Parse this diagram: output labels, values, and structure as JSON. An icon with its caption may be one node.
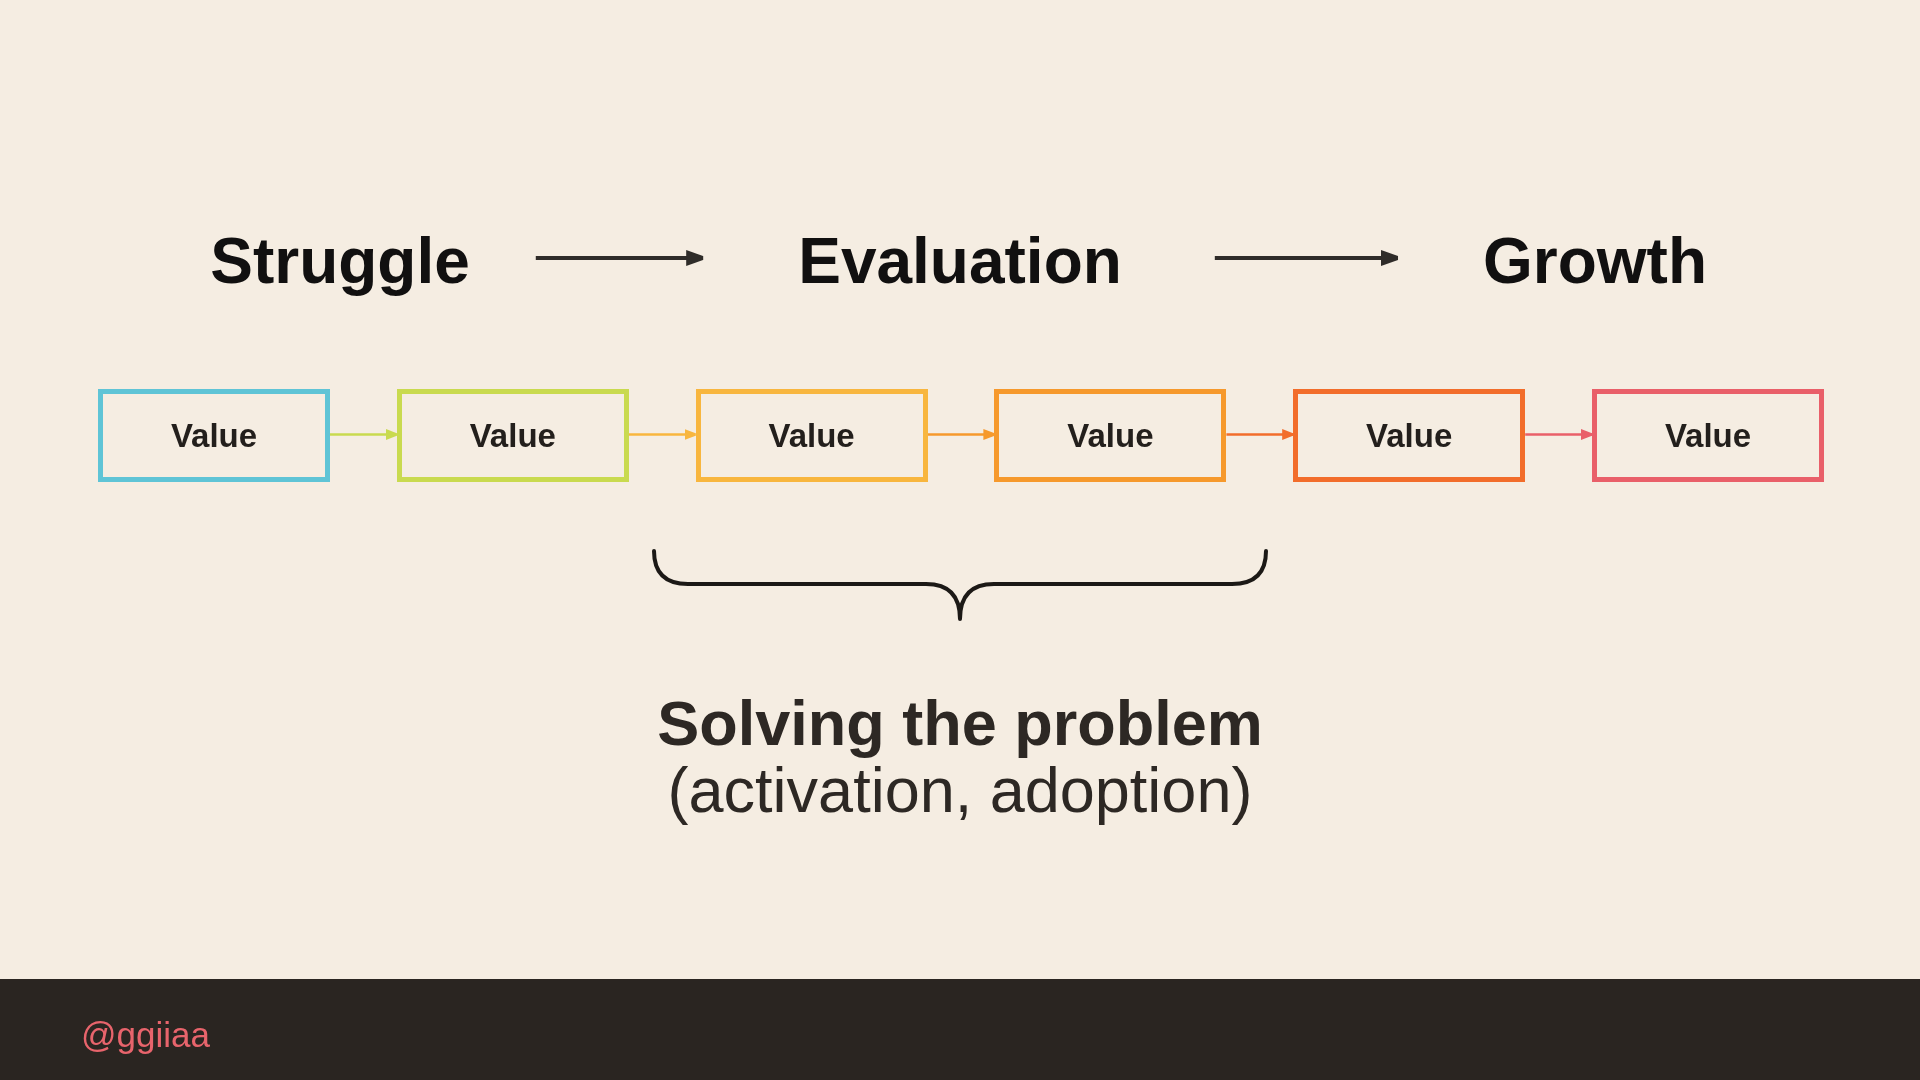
{
  "diagram": {
    "nodes": [
      {
        "text": [
          "Struggle"
        ]
      },
      {
        "text": [
          "Evaluation"
        ]
      },
      {
        "text": [
          "Growth"
        ]
      },
      {
        "text": [
          "Value"
        ]
      },
      {
        "text": [
          "Value"
        ]
      },
      {
        "text": [
          "Value"
        ]
      },
      {
        "text": [
          "Value"
        ]
      },
      {
        "text": [
          "Value"
        ]
      },
      {
        "text": [
          "Value"
        ]
      }
    ],
    "edges": [
      {
        "from": 0,
        "to": 1,
        "arrow": "to",
        "color": "#2f2c29"
      },
      {
        "from": 1,
        "to": 2,
        "arrow": "to",
        "color": "#2f2c29"
      },
      {
        "from": 3,
        "to": 4,
        "arrow": "to",
        "color": "#c9da4f"
      },
      {
        "from": 4,
        "to": 5,
        "arrow": "to",
        "color": "#f8b63e"
      },
      {
        "from": 5,
        "to": 6,
        "arrow": "to",
        "color": "#f6992c"
      },
      {
        "from": 6,
        "to": 7,
        "arrow": "to",
        "color": "#f26d2b"
      },
      {
        "from": 7,
        "to": 8,
        "arrow": "to",
        "color": "#e95f69"
      }
    ],
    "labels": [
      "Solving the problem",
      "(activation, adoption)",
      "@ggiiaa"
    ]
  }
}
